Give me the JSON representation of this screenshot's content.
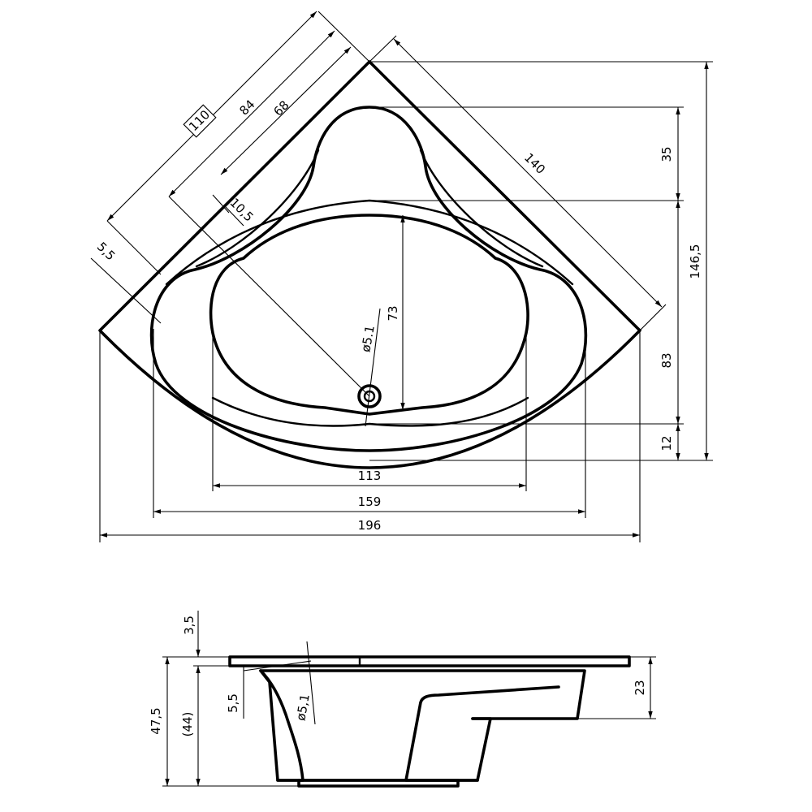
{
  "plan_view": {
    "dims": {
      "d110": "110",
      "d84": "84",
      "d68": "68",
      "d140": "140",
      "d10_5": "10,5",
      "d5_5": "5,5",
      "d35": "35",
      "d146_5": "146,5",
      "d83": "83",
      "d12": "12",
      "d73": "73",
      "d_phi": "ø5.1",
      "d113": "113",
      "d159": "159",
      "d196": "196"
    }
  },
  "section_view": {
    "dims": {
      "d3_5": "3,5",
      "d47_5": "47,5",
      "d44": "(44)",
      "d5_5": "5,5",
      "d_phi": "ø5,1",
      "d23": "23"
    }
  },
  "colors": {
    "line": "#000000",
    "background": "#ffffff"
  }
}
